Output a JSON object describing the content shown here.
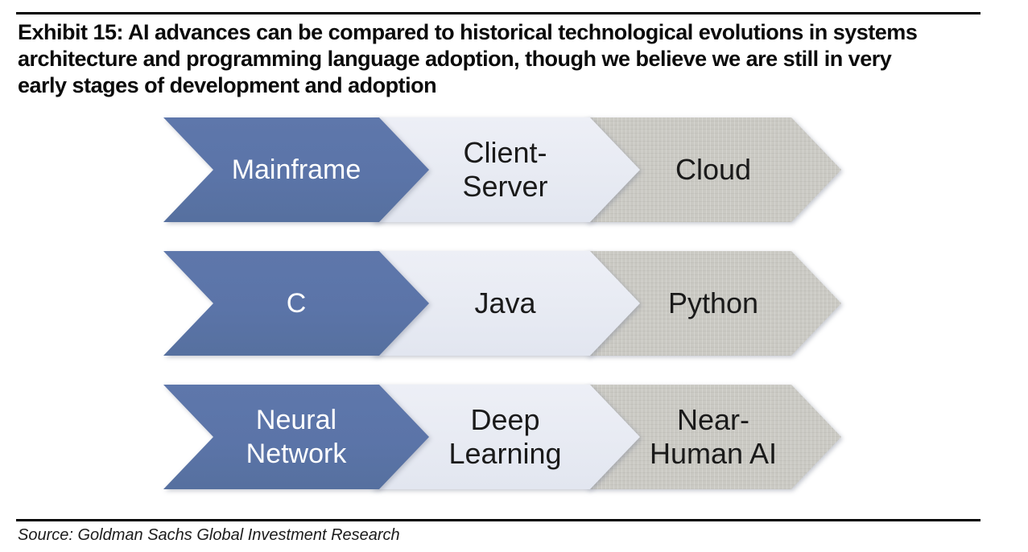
{
  "header": {
    "title": "Exhibit 15: AI advances can be compared to historical technological evolutions in systems\narchitecture and programming language adoption, though we believe we are still in very\nearly stages of development and adoption"
  },
  "diagram": {
    "type": "chevron-process",
    "palette": {
      "stage1_fill": "#5b74a8",
      "stage1_text": "#ffffff",
      "stage2_fill": "#e8ebf3",
      "stage2_text": "#1a1a1a",
      "stage3_fill": "#cac9c3",
      "stage3_text": "#1a1a1a"
    },
    "rows": [
      {
        "stages": [
          {
            "label": "Mainframe"
          },
          {
            "label": "Client-\nServer"
          },
          {
            "label": "Cloud"
          }
        ]
      },
      {
        "stages": [
          {
            "label": "C"
          },
          {
            "label": "Java"
          },
          {
            "label": "Python"
          }
        ]
      },
      {
        "stages": [
          {
            "label": "Neural\nNetwork"
          },
          {
            "label": "Deep\nLearning"
          },
          {
            "label": "Near-\nHuman AI"
          }
        ]
      }
    ]
  },
  "footer": {
    "source": "Source: Goldman Sachs Global Investment Research"
  }
}
